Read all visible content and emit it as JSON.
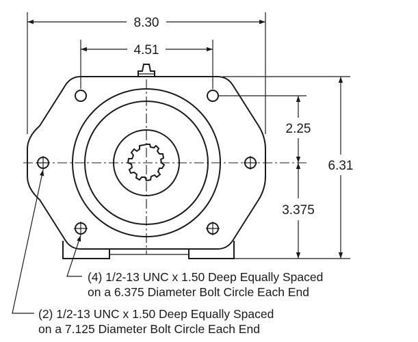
{
  "dimensions": {
    "overall_width": "8.30",
    "top_hole_spacing": "4.51",
    "upper_hole_offset": "2.25",
    "lower_offset": "3.375",
    "overall_height": "6.31"
  },
  "notes": {
    "note1_line1": "(4) 1/2-13 UNC x 1.50 Deep Equally Spaced",
    "note1_line2": "on a 6.375 Diameter Bolt Circle Each End",
    "note2_line1": "(2) 1/2-13 UNC x 1.50 Deep Equally Spaced",
    "note2_line2": "on a 7.125 Diameter Bolt Circle Each End"
  }
}
